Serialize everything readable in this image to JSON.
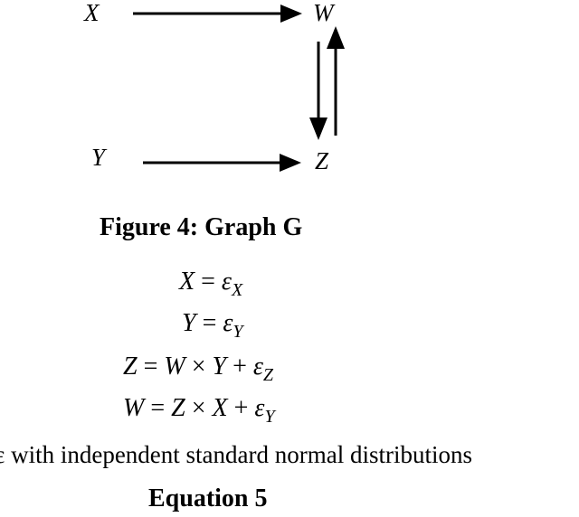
{
  "graph": {
    "nodes": {
      "x": "X",
      "w": "W",
      "y": "Y",
      "z": "Z"
    },
    "edges": [
      {
        "from": "X",
        "to": "W"
      },
      {
        "from": "W",
        "to": "Z"
      },
      {
        "from": "Z",
        "to": "W"
      },
      {
        "from": "Y",
        "to": "Z"
      }
    ],
    "stroke_color": "#000000"
  },
  "figure_caption": "Figure 4: Graph G",
  "equations": {
    "eq1": {
      "lhs": "X",
      "eq": "=",
      "eps": "ε",
      "sub": "X"
    },
    "eq2": {
      "lhs": "Y",
      "eq": "=",
      "eps": "ε",
      "sub": "Y"
    },
    "eq3": {
      "lhs": "Z",
      "eq": "=",
      "a": "W",
      "times": "×",
      "b": "Y",
      "plus": "+",
      "eps": "ε",
      "sub": "Z"
    },
    "eq4": {
      "lhs": "W",
      "eq": "=",
      "a": "Z",
      "times": "×",
      "b": "X",
      "plus": "+",
      "eps": "ε",
      "sub": "Y"
    }
  },
  "note": "ε with independent standard normal distributions",
  "equation_caption": "Equation 5"
}
